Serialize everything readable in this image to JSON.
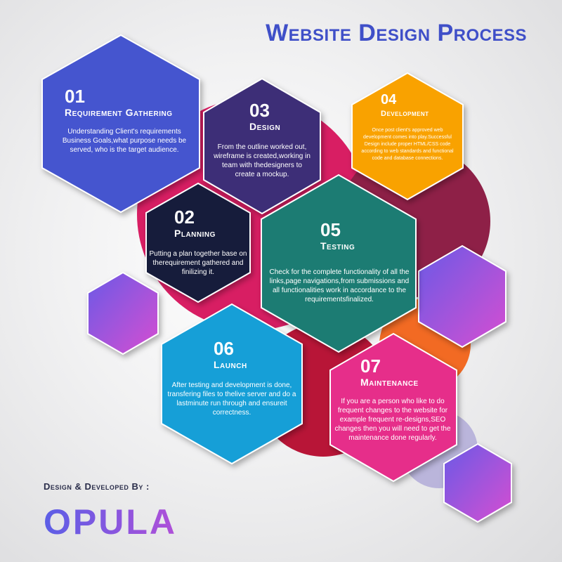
{
  "title": "Website Design Process",
  "credit": "Design & Developed By :",
  "logo_text": "OPULA",
  "colors": {
    "title": "#3f4fc8",
    "hex1": "#4455cf",
    "hex2": "#141b3a",
    "hex3": "#3c2f77",
    "hex4": "#f9a201",
    "hex5": "#1c7c73",
    "hex6": "#179fd7",
    "hex7": "#e62d8a",
    "circle_pink": "#d81e63",
    "circle_maroon": "#8e2047",
    "circle_red": "#b81537",
    "circle_orange": "#f26a23"
  },
  "steps": [
    {
      "number": "01",
      "title": "Requirement Gathering",
      "text": "Understanding Client's requirements Business Goals,what purpose needs be served, who is the target audience."
    },
    {
      "number": "02",
      "title": "Planning",
      "text": "Putting a plan together base on therequirement gathered and finilizing it."
    },
    {
      "number": "03",
      "title": "Design",
      "text": "From the outline worked out, wireframe is created,working in team with thedesigners to create a mockup."
    },
    {
      "number": "04",
      "title": "Development",
      "text": "Once post client's approved web development comes into play.Successful Design include proper HTML/CSS code according to web standards and functional code and database connections."
    },
    {
      "number": "05",
      "title": "Testing",
      "text": "Check for the complete functionality of all the links,page navigations,from submissions and all functionalities work in accordance to the requirementsfinalized."
    },
    {
      "number": "06",
      "title": "Launch",
      "text": "After testing and development is done, transfering files to thelive server and do a lastminute run through and ensureit correctness."
    },
    {
      "number": "07",
      "title": "Maintenance",
      "text": "If you are a person who like to do frequent changes to the website for example frequent re-designs,SEO changes then you will need to get the maintenance done regularly."
    }
  ]
}
